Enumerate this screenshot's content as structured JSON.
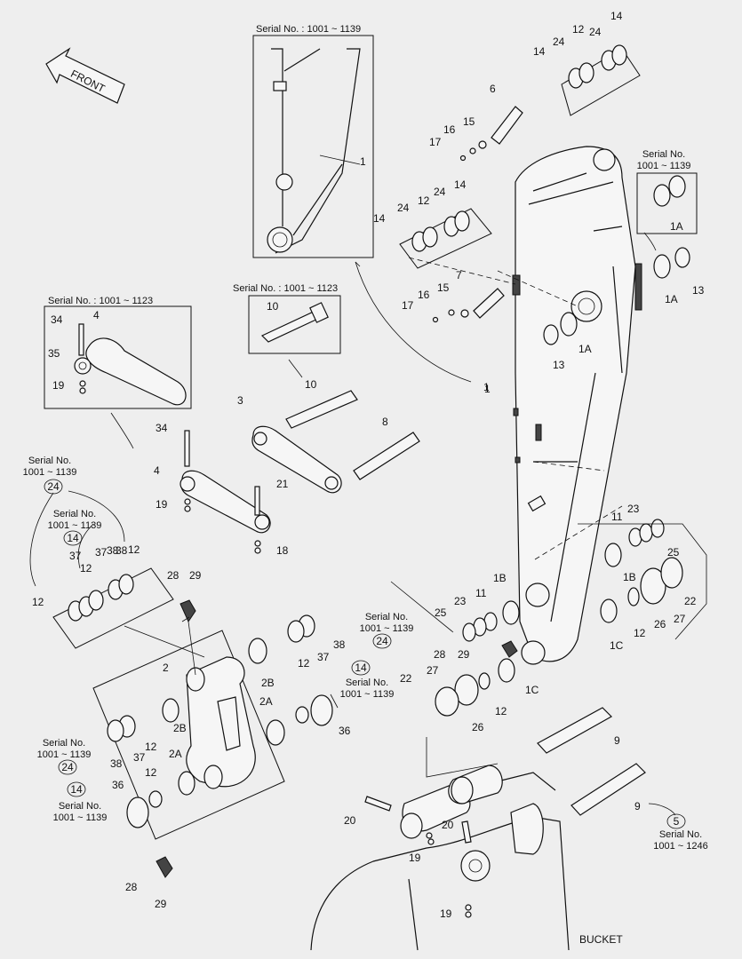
{
  "direction_label": "FRONT",
  "bucket_label": "BUCKET",
  "serial_notes": [
    "Serial No. : 1001 ~ 1139",
    "Serial No. : 1001 ~ 1123",
    "Serial No. : 1001 ~ 1123",
    "Serial No.",
    "1001 ~ 1139",
    "Serial No.",
    "1001 ~ 1139",
    "Serial No.",
    "1001 ~ 1139",
    "Serial No.",
    "1001 ~ 1139",
    "Serial No.",
    "1001 ~ 1139",
    "Serial No.",
    "1001 ~ 1139",
    "Serial No.",
    "1001 ~ 1139",
    "Serial No.",
    "1001 ~ 1246"
  ],
  "circled_refs": [
    "24",
    "14",
    "24",
    "14",
    "24",
    "14",
    "5"
  ],
  "part_labels": [
    "14",
    "24",
    "12",
    "24",
    "14",
    "6",
    "15",
    "16",
    "17",
    "1",
    "14",
    "24",
    "12",
    "24",
    "14",
    "7",
    "15",
    "16",
    "17",
    "13",
    "1A",
    "13",
    "1A",
    "1",
    "10",
    "4",
    "34",
    "35",
    "19",
    "10",
    "3",
    "8",
    "34",
    "4",
    "21",
    "19",
    "18",
    "1A",
    "11",
    "23",
    "25",
    "38",
    "37",
    "12",
    "38",
    "12",
    "37",
    "12",
    "28",
    "29",
    "2",
    "2B",
    "2A",
    "2B",
    "2A",
    "38",
    "12",
    "37",
    "36",
    "12",
    "37",
    "38",
    "12",
    "36",
    "1B",
    "1B",
    "22",
    "27",
    "26",
    "1C",
    "12",
    "11",
    "23",
    "25",
    "28",
    "29",
    "1C",
    "27",
    "22",
    "12",
    "26",
    "9",
    "9",
    "20",
    "20",
    "19",
    "19",
    "28",
    "29",
    "1"
  ]
}
